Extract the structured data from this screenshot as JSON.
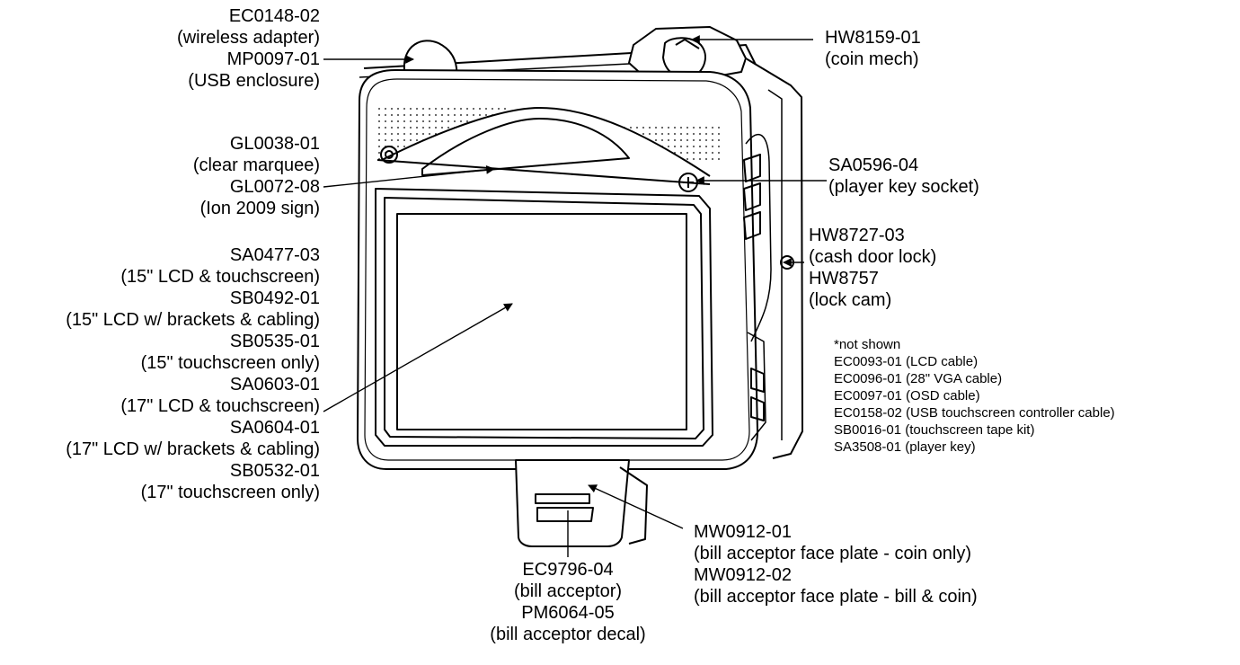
{
  "callouts": {
    "wireless": [
      "EC0148-02",
      "(wireless adapter)",
      "MP0097-01",
      "(USB enclosure)"
    ],
    "coin_mech": [
      "HW8159-01",
      "(coin mech)"
    ],
    "marquee": [
      "GL0038-01",
      "(clear marquee)",
      "GL0072-08",
      "(Ion 2009 sign)"
    ],
    "key_socket": [
      "SA0596-04",
      "(player key socket)"
    ],
    "cash_lock": [
      "HW8727-03",
      "(cash door lock)",
      "HW8757",
      "(lock cam)"
    ],
    "lcd": [
      "SA0477-03",
      "(15\" LCD & touchscreen)",
      "SB0492-01",
      "(15\" LCD w/ brackets & cabling)",
      "SB0535-01",
      "(15\" touchscreen only)",
      "SA0603-01",
      "(17\" LCD & touchscreen)",
      "SA0604-01",
      "(17\" LCD w/ brackets & cabling)",
      "SB0532-01",
      "(17\" touchscreen only)"
    ],
    "not_shown": [
      "*not shown",
      "EC0093-01 (LCD cable)",
      "EC0096-01 (28\" VGA cable)",
      "EC0097-01 (OSD cable)",
      "EC0158-02 (USB touchscreen controller cable)",
      "SB0016-01 (touchscreen tape kit)",
      "SA3508-01 (player key)"
    ],
    "face_plate": [
      "MW0912-01",
      "(bill acceptor face plate - coin only)",
      "MW0912-02",
      "(bill acceptor face plate - bill & coin)"
    ],
    "bill_acceptor": [
      "EC9796-04",
      "(bill acceptor)",
      "PM6064-05",
      "(bill acceptor decal)"
    ]
  }
}
